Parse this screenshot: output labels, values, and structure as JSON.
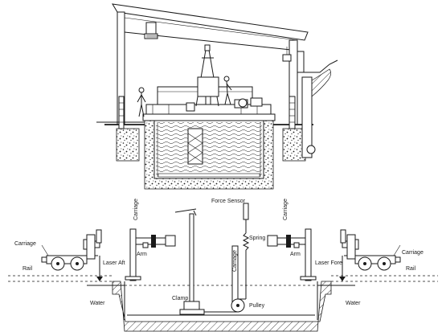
{
  "labels": {
    "carriage_left": "Carriage",
    "rail_left": "Rail",
    "laser_aft": "Laser Aft",
    "carriage_vert_left": "Carriage",
    "arm_left": "Arm",
    "water_left": "Water",
    "clamp": "Clamp",
    "force_sensor": "Force Sensor",
    "spring": "Spring",
    "carriage_vert_mid": "Carriage",
    "pulley": "Pulley",
    "carriage_vert_right": "Carriage",
    "arm_right": "Arm",
    "laser_fore": "Laser Fore",
    "carriage_right": "Carriage",
    "rail_right": "Rail",
    "water_right": "Water"
  }
}
